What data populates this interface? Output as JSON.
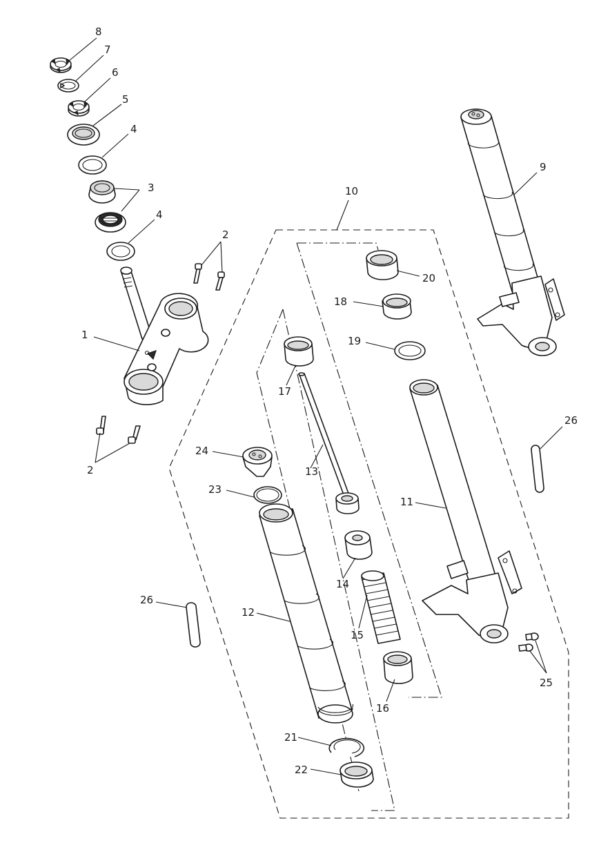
{
  "callouts": [
    {
      "id": "c8",
      "text": "8"
    },
    {
      "id": "c7",
      "text": "7"
    },
    {
      "id": "c6",
      "text": "6"
    },
    {
      "id": "c5",
      "text": "5"
    },
    {
      "id": "c4a",
      "text": "4"
    },
    {
      "id": "c3",
      "text": "3"
    },
    {
      "id": "c4b",
      "text": "4"
    },
    {
      "id": "c2a",
      "text": "2"
    },
    {
      "id": "c1",
      "text": "1"
    },
    {
      "id": "c2b",
      "text": "2"
    },
    {
      "id": "c10",
      "text": "10"
    },
    {
      "id": "c9",
      "text": "9"
    },
    {
      "id": "c20",
      "text": "20"
    },
    {
      "id": "c18",
      "text": "18"
    },
    {
      "id": "c19",
      "text": "19"
    },
    {
      "id": "c17",
      "text": "17"
    },
    {
      "id": "c26a",
      "text": "26"
    },
    {
      "id": "c24",
      "text": "24"
    },
    {
      "id": "c13",
      "text": "13"
    },
    {
      "id": "c23",
      "text": "23"
    },
    {
      "id": "c11",
      "text": "11"
    },
    {
      "id": "c14",
      "text": "14"
    },
    {
      "id": "c26b",
      "text": "26"
    },
    {
      "id": "c12",
      "text": "12"
    },
    {
      "id": "c15",
      "text": "15"
    },
    {
      "id": "c25",
      "text": "25"
    },
    {
      "id": "c16",
      "text": "16"
    },
    {
      "id": "c21",
      "text": "21"
    },
    {
      "id": "c22",
      "text": "22"
    }
  ]
}
